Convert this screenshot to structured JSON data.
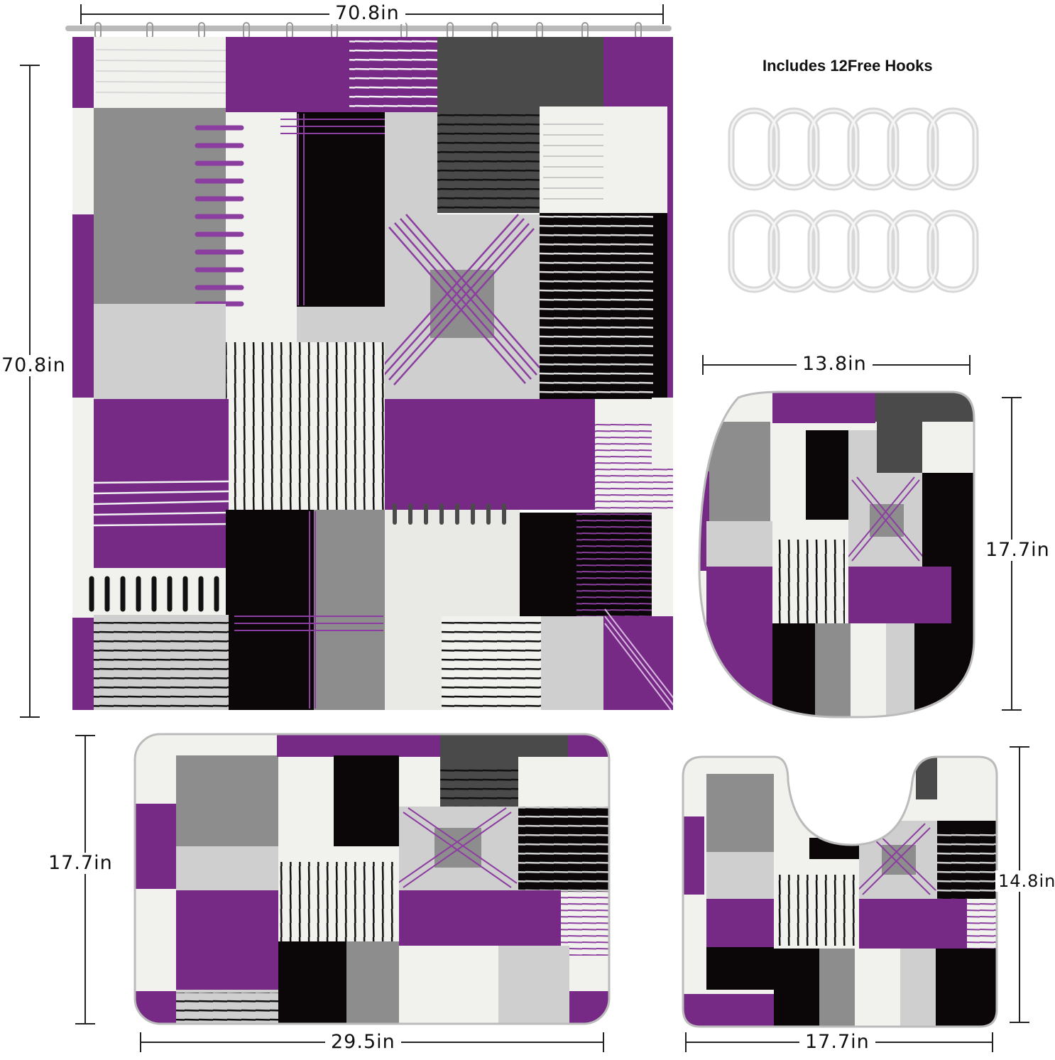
{
  "curtain": {
    "width_label": "70.8in",
    "height_label": "70.8in"
  },
  "hooks": {
    "title": "Includes 12Free Hooks",
    "count": 12
  },
  "lid_cover": {
    "width_label": "13.8in",
    "height_label": "17.7in"
  },
  "bath_mat": {
    "width_label": "29.5in",
    "height_label": "17.7in"
  },
  "contour_mat": {
    "width_label": "17.7in",
    "height_label": "14.8in"
  },
  "colors": {
    "purple": "#762a86",
    "black": "#0b0708",
    "dark_gray": "#4a4a4a",
    "mid_gray": "#8d8d8d",
    "light_gray": "#cfcfcf",
    "off_white": "#f1f1ee"
  }
}
